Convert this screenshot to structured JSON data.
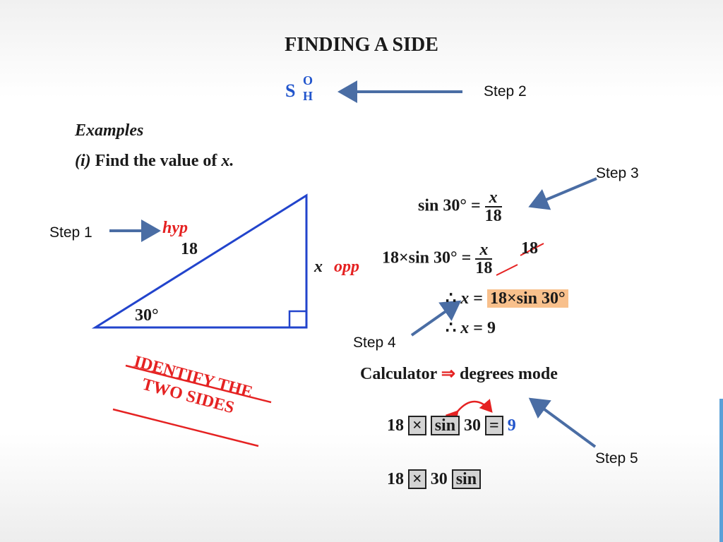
{
  "title": "FINDING A SIDE",
  "soh": {
    "s": "S",
    "o": "O",
    "h": "H"
  },
  "examples_heading": "Examples",
  "question": {
    "number": "(i)",
    "text": "Find the value of",
    "variable": "x."
  },
  "triangle": {
    "hyp_label": "hyp",
    "hyp_value": "18",
    "angle": "30°",
    "side_var": "x",
    "opp_label": "opp"
  },
  "steps": {
    "step1": "Step 1",
    "step2": "Step 2",
    "step3": "Step 3",
    "step4": "Step 4",
    "step5": "Step 5"
  },
  "equations": {
    "eq1_left": "sin 30° =",
    "eq1_num": "x",
    "eq1_den": "18",
    "eq2_left": "18×sin 30° =",
    "eq2_num": "x",
    "eq2_den": "18",
    "eq2_right": "18",
    "eq3_prefix": "∴",
    "eq3_var": "x",
    "eq3_eq": "=",
    "eq3_highlight": "18×sin 30°",
    "eq4_prefix": "∴",
    "eq4_var": "x",
    "eq4_rest": "= 9"
  },
  "calculator": {
    "line": "Calculator",
    "arrow": "⇒",
    "mode": "degrees mode",
    "seq1": {
      "n1": "18",
      "k1": "×",
      "k2": "sin",
      "n2": "30",
      "k3": "=",
      "result": "9"
    },
    "seq2": {
      "n1": "18",
      "k1": "×",
      "n2": "30",
      "k2": "sin"
    }
  },
  "stamp": {
    "line1": "IDENTIFY THE",
    "line2": "TWO SIDES"
  },
  "colors": {
    "arrow": "#4a6da4",
    "red": "#e52222",
    "blue": "#2255cc",
    "highlight": "#f8c08c"
  }
}
